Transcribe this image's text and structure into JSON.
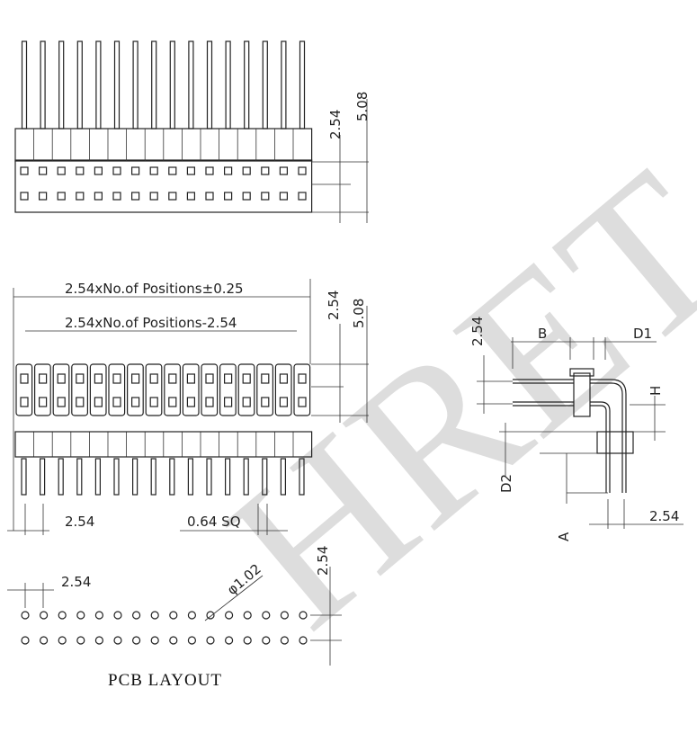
{
  "watermark": "HRET",
  "dims": {
    "pitch_v": "2.54",
    "pitch_total": "5.08",
    "overall_length": "2.54xNo.of Positions±0.25",
    "inner_length": "2.54xNo.of Positions-2.54",
    "pitch_h": "2.54",
    "pin_square": "0.64 SQ",
    "side_pitch": "2.54",
    "side_b": "B",
    "side_d1": "D1",
    "side_h": "H",
    "side_d2": "D2",
    "side_a": "A",
    "side_pitch_bottom": "2.54",
    "pcb_pitch_h": "2.54",
    "pcb_pitch_v": "2.54",
    "hole_dia": "φ1.02"
  },
  "labels": {
    "pcb_layout": "PCB LAYOUT"
  },
  "colors": {
    "line": "#222222",
    "watermark": "#d2d2d2"
  }
}
